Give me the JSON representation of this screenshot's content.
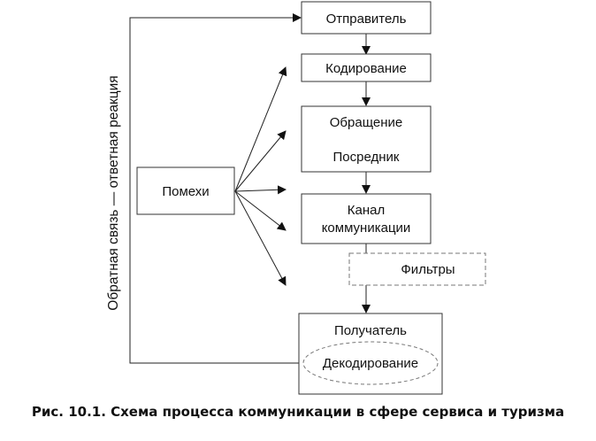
{
  "diagram": {
    "nodes": {
      "sender": "Отправитель",
      "encoding": "Кодирование",
      "message_line1": "Обращение",
      "message_line2": "Посредник",
      "channel_line1": "Канал",
      "channel_line2": "коммуникации",
      "filters": "Фильтры",
      "receiver": "Получатель",
      "decoding": "Декодирование",
      "noise": "Помехи"
    },
    "feedback_label": "Обратная связь — ответная реакция"
  },
  "caption": "Рис. 10.1. Схема процесса коммуникации в сфере сервиса и туризма"
}
